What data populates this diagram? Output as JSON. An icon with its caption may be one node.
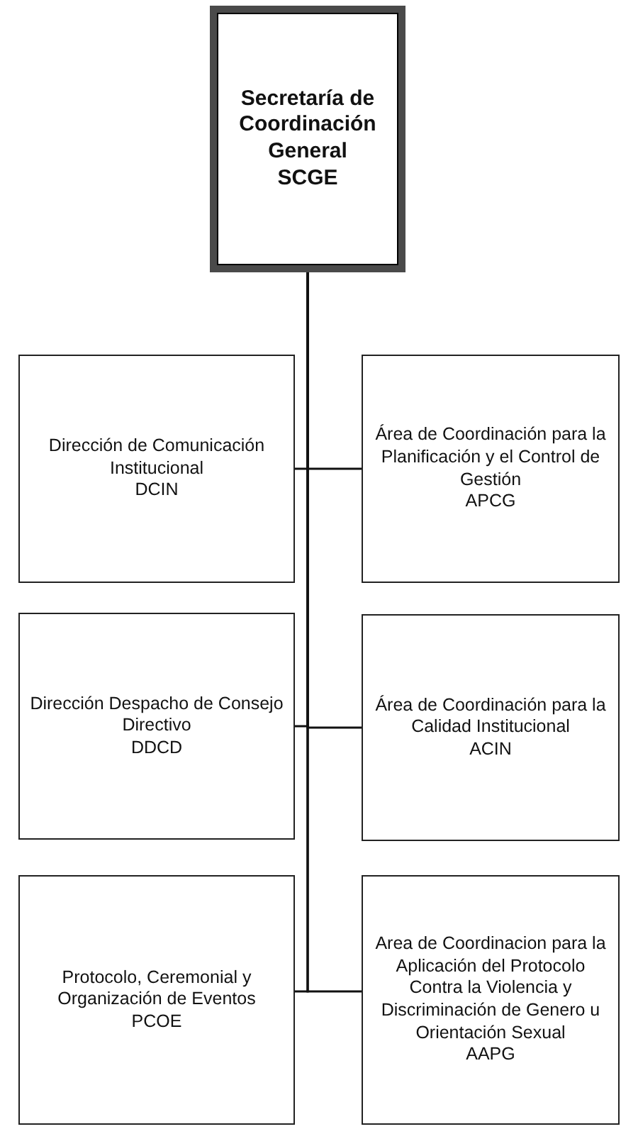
{
  "diagram": {
    "nodes": [
      {
        "text": [
          "Secretaría de Coordinación General",
          "SCGE"
        ]
      },
      {
        "text": [
          "Dirección de Comunicación Institucional",
          "DCIN"
        ]
      },
      {
        "text": [
          "Área de Coordinación para la Planificación y el Control de Gestión",
          "APCG"
        ]
      },
      {
        "text": [
          "Dirección Despacho de Consejo Directivo",
          "DDCD"
        ]
      },
      {
        "text": [
          "Área de Coordinación para la Calidad Institucional",
          "ACIN"
        ]
      },
      {
        "text": [
          "Protocolo, Ceremonial y Organización de Eventos",
          "PCOE"
        ]
      },
      {
        "text": [
          "Area de Coordinacion para la Aplicación del Protocolo Contra la Violencia y Discriminación de Genero u Orientación Sexual",
          "AAPG"
        ]
      }
    ],
    "edges": [
      {
        "from": 0,
        "to": 1,
        "arrow": "none"
      },
      {
        "from": 0,
        "to": 2,
        "arrow": "none"
      },
      {
        "from": 0,
        "to": 3,
        "arrow": "none"
      },
      {
        "from": 0,
        "to": 4,
        "arrow": "none"
      },
      {
        "from": 0,
        "to": 5,
        "arrow": "none"
      },
      {
        "from": 0,
        "to": 6,
        "arrow": "none"
      }
    ]
  }
}
